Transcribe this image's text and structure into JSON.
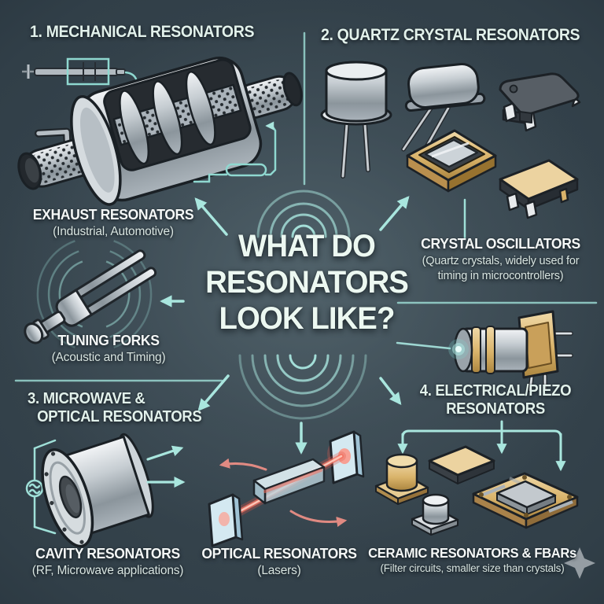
{
  "poster": {
    "center_title": {
      "line1": "WHAT DO",
      "line2": "RESONATORS",
      "line3": "LOOK LIKE?"
    },
    "sections": {
      "mechanical": {
        "title": "1. MECHANICAL RESONATORS",
        "exhaust": {
          "label": "EXHAUST RESONATORS",
          "sublabel": "(Industrial, Automotive)"
        },
        "tuning": {
          "label": "TUNING FORKS",
          "sublabel": "(Acoustic and Timing)"
        }
      },
      "quartz": {
        "title": "2. QUARTZ CRYSTAL RESONATORS",
        "crystal_osc": {
          "label": "CRYSTAL OSCILLATORS",
          "sublabel": "(Quartz crystals, widely used for timing in microcontrollers)"
        }
      },
      "microwave_optical": {
        "title_line1": "3. MICROWAVE &",
        "title_line2": "OPTICAL RESONATORS",
        "cavity": {
          "label": "CAVITY RESONATORS",
          "sublabel": "(RF, Microwave applications)"
        },
        "optical": {
          "label": "OPTICAL RESONATORS",
          "sublabel": "(Lasers)"
        }
      },
      "electrical_piezo": {
        "title_line1": "4. ELECTRICAL/PIEZO",
        "title_line2": "RESONATORS",
        "ceramic": {
          "label": "CERAMIC RESONATORS & FBARs",
          "sublabel": "(Filter circuits, smaller size than crystals)"
        }
      }
    },
    "icons": {
      "exhaust_muffler": "exhaust-muffler-cutaway-illustration",
      "exhaust_schematic": "exhaust-pipe-schematic-icon",
      "tuning_fork": "tuning-fork-illustration",
      "to_can_crystal": "to-can-crystal-illustration",
      "hc49_crystal": "hc49-crystal-illustration",
      "dark_smd_oscillator": "smd-oscillator-illustration",
      "open_gold_crystal": "open-smd-crystal-illustration",
      "gold_smd_crystal": "gold-smd-crystal-illustration",
      "piezo_transducer": "piezo-transducer-illustration",
      "cavity_resonator": "cavity-resonator-illustration",
      "optical_cavity": "laser-optical-cavity-illustration",
      "ceramic_fbar_parts": "ceramic-resonators-fbar-illustration",
      "ripples": "resonance-wave-ripples",
      "sparkle": "sparkle-glyph"
    },
    "colors": {
      "background_dark": "#1d2730",
      "background_mid": "#47565e",
      "accent_teal": "#9fe0d8",
      "text_light": "#eaf6f0",
      "laser_red": "#e2554a",
      "salmon_arrow": "#e08a82",
      "gold": "#ddb878",
      "silver": "#ccd3d8",
      "dark_package": "#4a5157"
    }
  }
}
